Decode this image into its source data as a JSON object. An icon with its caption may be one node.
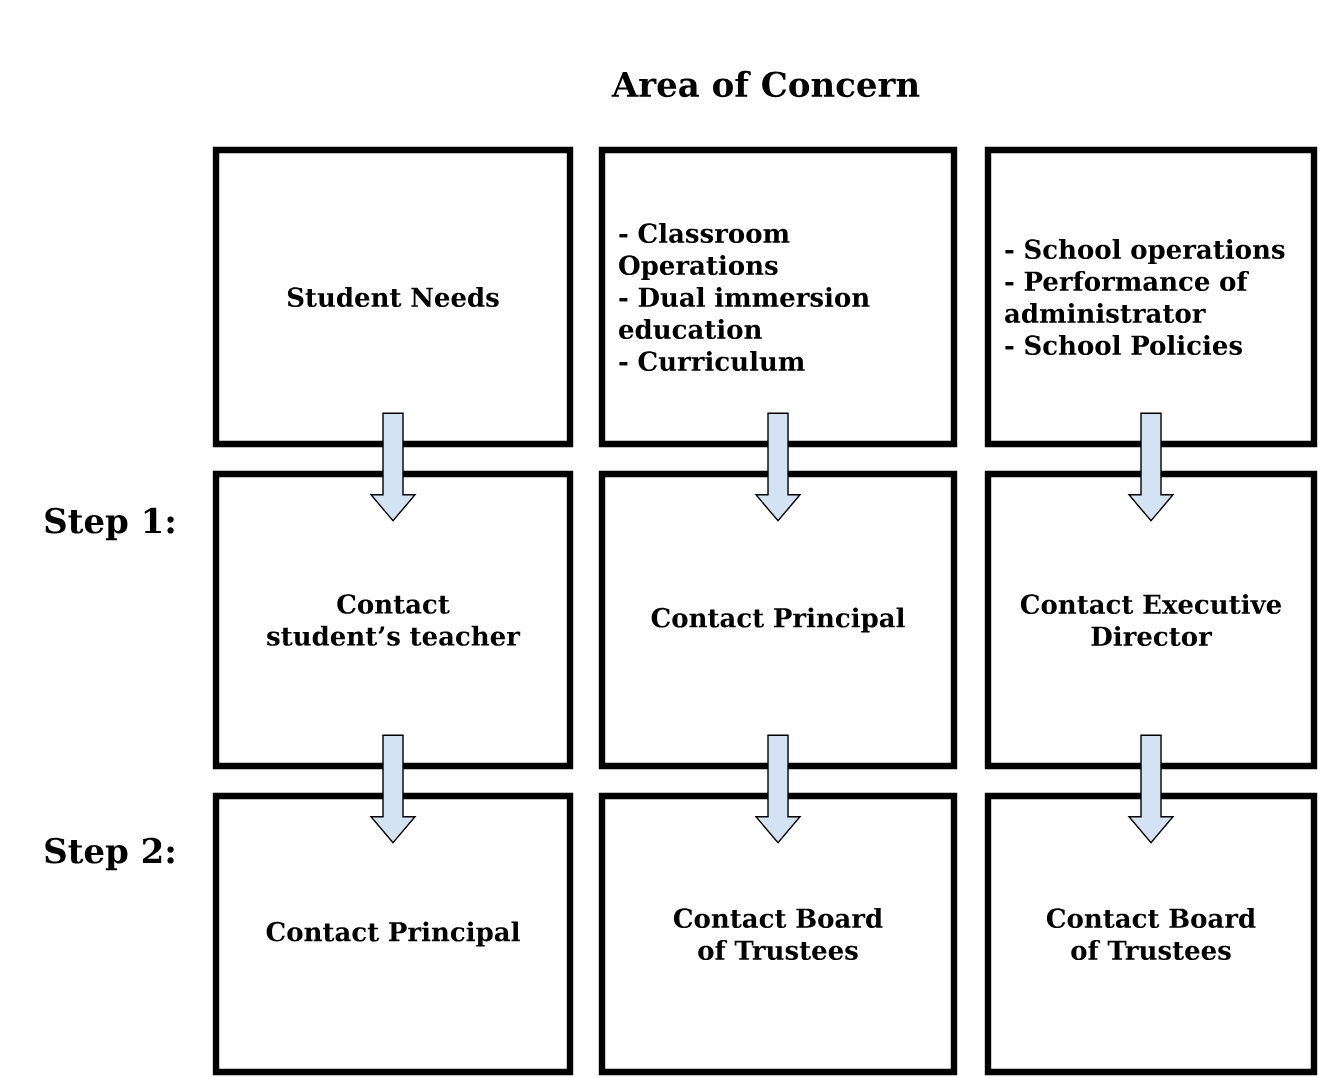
{
  "diagram": {
    "title": "Area of Concern",
    "nodes": [
      {
        "text": [
          "Student Needs"
        ]
      },
      {
        "text": [
          "- Classroom Operations",
          "- Dual immersion education",
          "- Curriculum"
        ]
      },
      {
        "text": [
          "- School operations",
          "- Performance of administrator",
          "- School Policies"
        ]
      },
      {
        "text": [
          "Contact student’s teacher"
        ]
      },
      {
        "text": [
          "Contact Principal"
        ]
      },
      {
        "text": [
          "Contact Executive Director"
        ]
      },
      {
        "text": [
          "Contact Principal"
        ]
      },
      {
        "text": [
          "Contact Board of Trustees"
        ]
      },
      {
        "text": [
          "Contact Board of Trustees"
        ]
      }
    ],
    "edges": [
      {
        "from": 0,
        "to": 3,
        "arrow": "to"
      },
      {
        "from": 1,
        "to": 4,
        "arrow": "to"
      },
      {
        "from": 2,
        "to": 5,
        "arrow": "to"
      },
      {
        "from": 3,
        "to": 6,
        "arrow": "to"
      },
      {
        "from": 4,
        "to": 7,
        "arrow": "to"
      },
      {
        "from": 5,
        "to": 8,
        "arrow": "to"
      }
    ],
    "labels": [
      "Step 1:",
      "Step 2:"
    ]
  }
}
